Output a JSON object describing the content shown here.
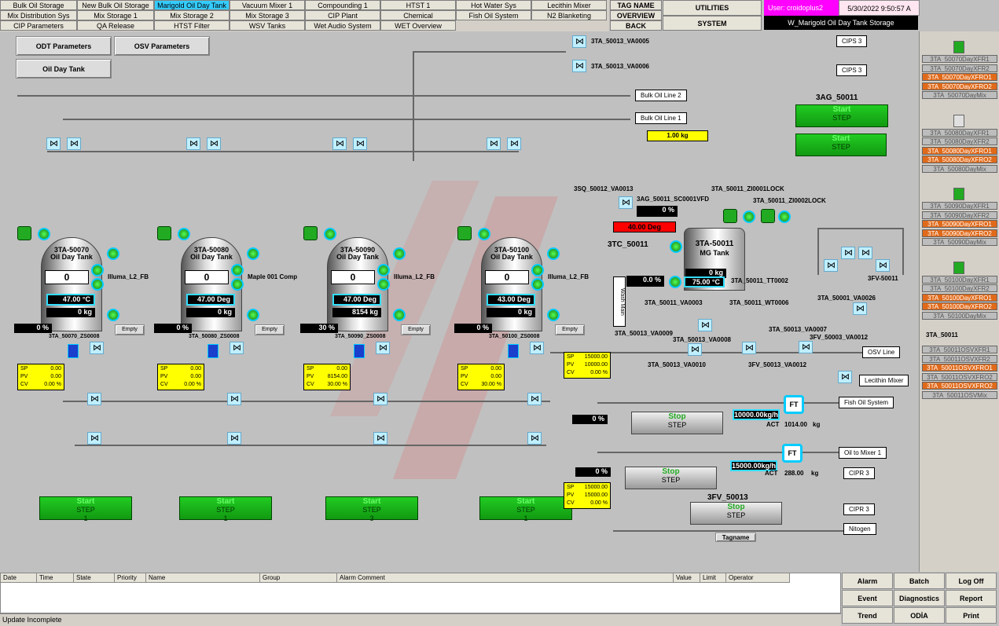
{
  "nav": {
    "row1": [
      "Bulk Oil Storage",
      "New Bulk Oil Storage",
      "Marigold Oil Day Tank",
      "Vacuum Mixer 1",
      "Compounding 1",
      "HTST 1",
      "Hot Water Sys",
      "Lecithin Mixer"
    ],
    "row2": [
      "Mix Distribution Sys",
      "Mix Storage 1",
      "Mix Storage 2",
      "Mix Storage 3",
      "CIP Plant",
      "Chemical",
      "Fish Oil System",
      "N2 Blanketing"
    ],
    "row3": [
      "CIP Parameters",
      "QA Release",
      "HTST Filter",
      "WSV Tanks",
      "Wet Audio System",
      "WET Overview"
    ],
    "active": "Marigold Oil Day Tank",
    "tag_name": "TAG NAME",
    "overview": "OVERVIEW",
    "back": "BACK",
    "utilities": "UTILITIES",
    "system": "SYSTEM"
  },
  "header": {
    "user": "User: croidoplus2",
    "datetime": "5/30/2022  9:50:57 A",
    "window_name": "W_Marigold Oil Day Tank Storage"
  },
  "buttons": {
    "odt": "ODT Parameters",
    "osv": "OSV Parameters",
    "oil_day_tank": "Oil Day Tank"
  },
  "valves_top": [
    "3TA_50013_VA0005",
    "3TA_50013_VA0006"
  ],
  "tags": {
    "bulk2": "Bulk Oil Line 2",
    "bulk1": "Bulk Oil Line 1",
    "cips3a": "CIPS 3",
    "cips3b": "CIPS 3",
    "osv_line": "OSV Line",
    "lecithin": "Lecithin Mixer",
    "fish": "Fish Oil System",
    "oil_mixer": "Oil to Mixer 1",
    "cipr3a": "CIPR 3",
    "cipr3b": "CIPR 3",
    "nitrogen": "Nitogen"
  },
  "tanks": [
    {
      "name": "3TA-50070",
      "sub": "Oil Day Tank",
      "level": "0",
      "temp": "47.00 °C",
      "kg": "0 kg",
      "pct": "0 %",
      "label": "Illuma_L2_FB",
      "zs": "3TA_50070_ZS0008",
      "sp": "0.00",
      "pv": "0.00",
      "cv": "0.00 %",
      "empty": "Empty",
      "step": "1"
    },
    {
      "name": "3TA-50080",
      "sub": "Oil Day Tank",
      "level": "0",
      "temp": "47.00 Deg",
      "kg": "0 kg",
      "pct": "0 %",
      "label": "Maple 001 Comp",
      "zs": "3TA_50080_ZS0008",
      "sp": "0.00",
      "pv": "0.00",
      "cv": "0.00 %",
      "empty": "Empty",
      "step": "1"
    },
    {
      "name": "3TA-50090",
      "sub": "Oil Day Tank",
      "level": "0",
      "temp": "47.00 Deg",
      "kg": "8154 kg",
      "pct": "30 %",
      "label": "Illuma_L2_FB",
      "zs": "3TA_50090_ZS0008",
      "sp": "0.00",
      "pv": "8154.00",
      "cv": "30.00 %",
      "empty": "Empty",
      "step": "3"
    },
    {
      "name": "3TA-50100",
      "sub": "Oil Day Tank",
      "level": "0",
      "temp": "43.00 Deg",
      "kg": "0 kg",
      "pct": "0 %",
      "label": "Illuma_L2_FB",
      "zs": "3TA_50100_ZS0008",
      "sp": "0.00",
      "pv": "0.00",
      "cv": "30.00 %",
      "empty": "Empty",
      "step": "1"
    }
  ],
  "labels": {
    "sp": "SP",
    "pv": "PV",
    "cv": "CV",
    "start": "Start",
    "stop": "Stop",
    "step": "STEP"
  },
  "mg": {
    "name": "3TA-50011",
    "sub": "MG Tank",
    "kg": "0 kg",
    "temp": "75.00 °C",
    "dose": "1.00 kg",
    "speed": "0 %",
    "deg": "40.00 Deg",
    "pct": "0.0 %",
    "sq": "3SQ_50012_VA0013",
    "ag": "3AG_50011_SC0001VFD",
    "lock1": "3TA_50011_ZI0001LOCK",
    "lock2": "3TA_50011_ZI0002LOCK",
    "tc": "3TC_50011",
    "tt": "3TA_50011_TT0002",
    "wt": "3TA_50011_WT0006",
    "va3": "3TA_50011_VA0003",
    "va9": "3TA_50013_VA0009",
    "va8": "3TA_50013_VA0008",
    "va10": "3TA_50013_VA0010",
    "fv12": "3FV_50013_VA0012",
    "va7": "3TA_50013_VA0007",
    "fv3": "3FV_50003_VA0012",
    "va26": "3TA_50001_VA0026",
    "fv1": "3FV-50011",
    "wash": "Wash Main",
    "agitator": "3AG_50011"
  },
  "flows": {
    "fish_sp": "15000.00",
    "fish_pv": "10000.00",
    "fish_cv": "0.00 %",
    "fish_rate": "10000.00kg/h",
    "fish_act": "1014.00",
    "fish_pct": "0 %",
    "mixer_sp": "15000.00",
    "mixer_pv": "15000.00",
    "mixer_cv": "0.00 %",
    "mixer_rate": "15000.00kg/h",
    "mixer_act": "288.00",
    "mixer_pct": "0 %",
    "act": "ACT",
    "kg": "kg",
    "ft": "FT",
    "fv13": "3FV_50013",
    "tagname": "Tagname"
  },
  "right": [
    {
      "items": [
        {
          "t": "3TA_50070DayXFR1",
          "c": "grey"
        },
        {
          "t": "3TA_50070DayXFR2",
          "c": "grey"
        },
        {
          "t": "3TA_50070DayXFRO1",
          "c": "orange"
        },
        {
          "t": "3TA_50070DayXFRO2",
          "c": "orange"
        },
        {
          "t": "3TA_50070DayMix",
          "c": "grey"
        }
      ],
      "head": "g"
    },
    {
      "items": [
        {
          "t": "3TA_50080DayXFR1",
          "c": "grey"
        },
        {
          "t": "3TA_50080DayXFR2",
          "c": "grey"
        },
        {
          "t": "3TA_50080DayXFRO1",
          "c": "orange"
        },
        {
          "t": "3TA_50080DayXFRO2",
          "c": "orange"
        },
        {
          "t": "3TA_50080DayMix",
          "c": "grey"
        }
      ],
      "head": "w"
    },
    {
      "items": [
        {
          "t": "3TA_50090DayXFR1",
          "c": "grey"
        },
        {
          "t": "3TA_50090DayXFR2",
          "c": "grey"
        },
        {
          "t": "3TA_50090DayXFRO1",
          "c": "orange"
        },
        {
          "t": "3TA_50090DayXFRO2",
          "c": "orange"
        },
        {
          "t": "3TA_50090DayMix",
          "c": "grey"
        }
      ],
      "head": "g"
    },
    {
      "items": [
        {
          "t": "3TA_50100DayXFR1",
          "c": "grey"
        },
        {
          "t": "3TA_50100DayXFR2",
          "c": "grey"
        },
        {
          "t": "3TA_50100DayXFRO1",
          "c": "orange"
        },
        {
          "t": "3TA_50100DayXFRO2",
          "c": "orange"
        },
        {
          "t": "3TA_50100DayMix",
          "c": "grey"
        }
      ],
      "head": "g"
    },
    {
      "items": [
        {
          "t": "3TA_50011OSVXFR1",
          "c": "grey"
        },
        {
          "t": "3TA_50011OSVXFR2",
          "c": "grey"
        },
        {
          "t": "3TA_50011OSVXFRO1",
          "c": "orange"
        },
        {
          "t": "3TA_50011OSVXFRO2",
          "c": "grey"
        },
        {
          "t": "3TA_50011OSVXFRO2",
          "c": "orange"
        },
        {
          "t": "3TA_50011OSVMix",
          "c": "grey"
        }
      ],
      "head": "w",
      "title": "3TA_50011"
    }
  ],
  "alarm": {
    "cols": [
      "Date",
      "Time",
      "State",
      "Priority",
      "Name",
      "Group",
      "Alarm Comment",
      "Value",
      "Limit",
      "Operator"
    ]
  },
  "status": "Update Incomplete",
  "bottom": [
    "Alarm",
    "Batch",
    "Log Off",
    "Event",
    "Diagnostics",
    "Report",
    "Trend",
    "ODİA",
    "Print"
  ]
}
